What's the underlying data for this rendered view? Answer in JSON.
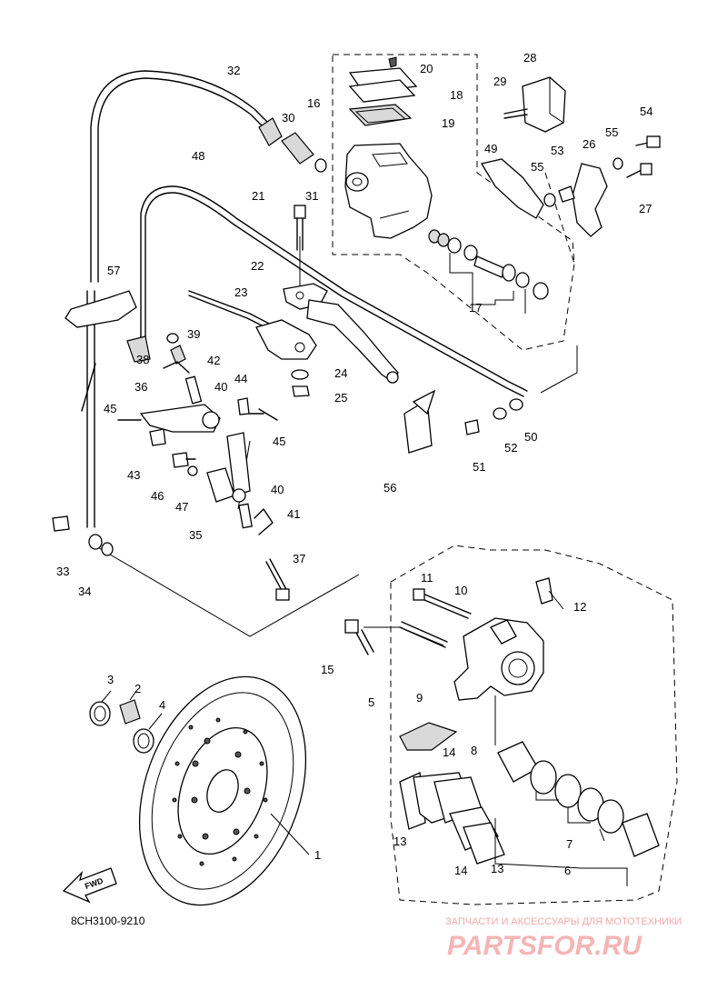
{
  "diagram": {
    "code": "8CH3100-9210",
    "fwd_label": "FWD",
    "watermark": {
      "tagline": "ЗАПЧАСТИ И АКСЕССУАРЫ ДЛЯ МОТОТЕХНИКИ",
      "brand": "PARTSFOR.RU"
    },
    "part_numbers": [
      "1",
      "2",
      "3",
      "4",
      "5",
      "6",
      "7",
      "8",
      "9",
      "10",
      "11",
      "12",
      "13",
      "13",
      "14",
      "14",
      "15",
      "16",
      "17",
      "18",
      "19",
      "20",
      "21",
      "22",
      "23",
      "24",
      "25",
      "26",
      "27",
      "28",
      "29",
      "30",
      "31",
      "32",
      "33",
      "34",
      "35",
      "36",
      "37",
      "38",
      "39",
      "40",
      "40",
      "41",
      "42",
      "43",
      "44",
      "45",
      "45",
      "46",
      "47",
      "48",
      "49",
      "50",
      "51",
      "52",
      "53",
      "54",
      "55",
      "55",
      "56",
      "57"
    ]
  }
}
